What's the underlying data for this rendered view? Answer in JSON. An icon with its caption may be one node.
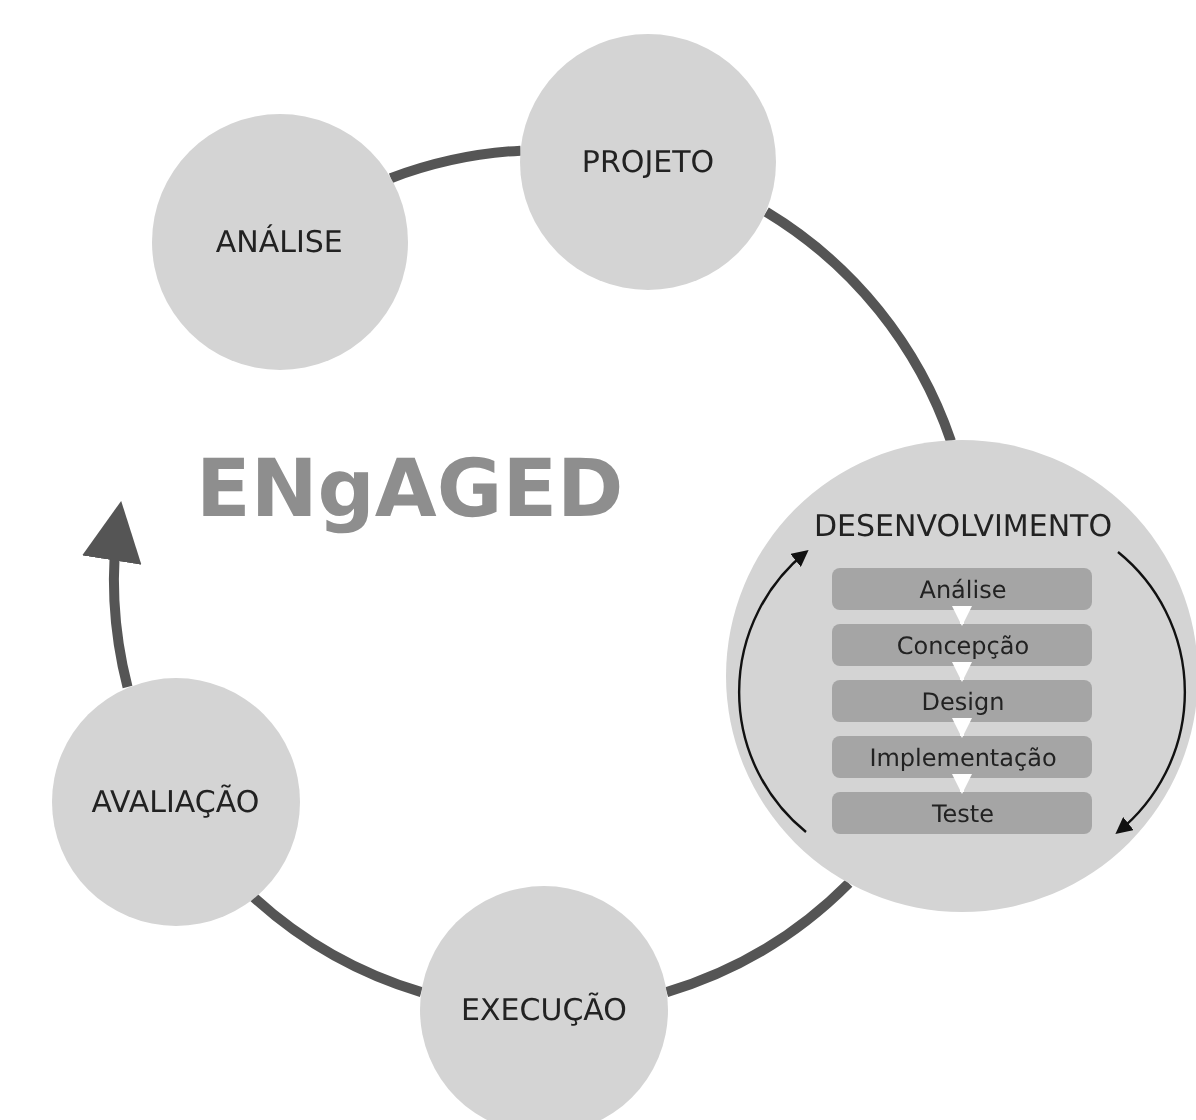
{
  "diagram": {
    "nodes": [
      {
        "text": [
          "ANÁLISE"
        ]
      },
      {
        "text": [
          "PROJETO"
        ]
      },
      {
        "text": [
          "DESENVOLVIMENTO"
        ]
      },
      {
        "text": [
          "Análise"
        ],
        "in": 2
      },
      {
        "text": [
          "Concepção"
        ],
        "in": 2
      },
      {
        "text": [
          "Design"
        ],
        "in": 2
      },
      {
        "text": [
          "Implementação"
        ],
        "in": 2
      },
      {
        "text": [
          "Teste"
        ],
        "in": 2
      },
      {
        "text": [
          "EXECUÇÃO"
        ]
      },
      {
        "text": [
          "AVALIAÇÃO"
        ]
      }
    ],
    "edges": [
      {
        "from": 0,
        "to": 1,
        "arrow": "none"
      },
      {
        "from": 1,
        "to": 2,
        "arrow": "none"
      },
      {
        "from": 2,
        "to": 8,
        "arrow": "none"
      },
      {
        "from": 8,
        "to": 9,
        "arrow": "none"
      },
      {
        "from": 9,
        "to": null,
        "arrow": "to"
      },
      {
        "from": 3,
        "to": 4,
        "arrow": "to",
        "color": "#ffffff"
      },
      {
        "from": 4,
        "to": 5,
        "arrow": "to",
        "color": "#ffffff"
      },
      {
        "from": 5,
        "to": 6,
        "arrow": "to",
        "color": "#ffffff"
      },
      {
        "from": 6,
        "to": 7,
        "arrow": "to",
        "color": "#ffffff"
      }
    ],
    "labels": [
      "ENgAGED"
    ]
  }
}
